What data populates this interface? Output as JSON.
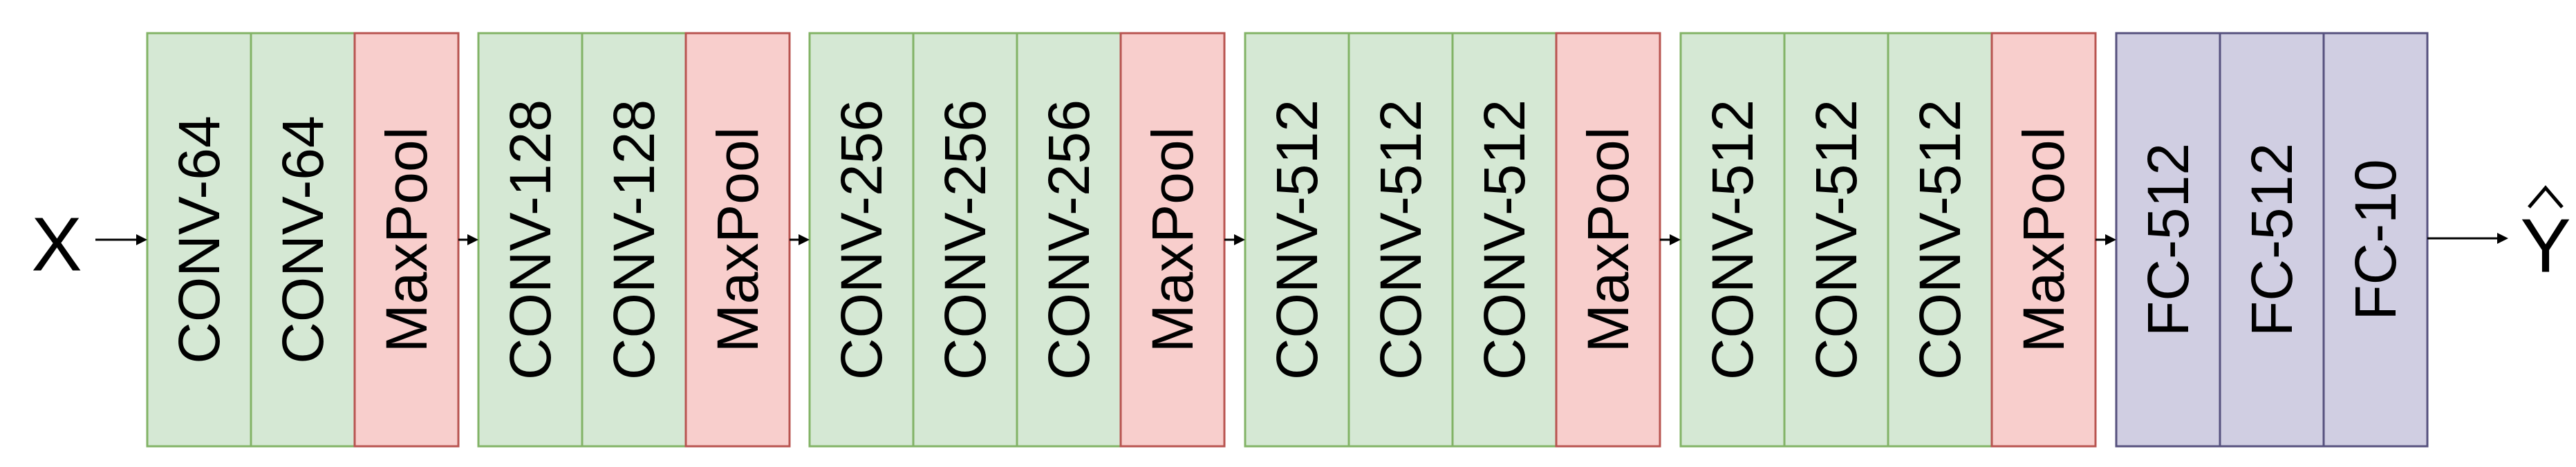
{
  "input_label": "X",
  "output_label": "Y",
  "output_hat": "^",
  "colors": {
    "conv_fill": "#d5e8d4",
    "conv_stroke": "#82b366",
    "pool_fill": "#f8cecc",
    "pool_stroke": "#b85450",
    "fc_fill": "#d0cee2",
    "fc_stroke": "#56517e"
  },
  "blocks": [
    {
      "layers": [
        {
          "label": "CONV-64",
          "kind": "conv"
        },
        {
          "label": "CONV-64",
          "kind": "conv"
        },
        {
          "label": "MaxPool",
          "kind": "pool"
        }
      ]
    },
    {
      "layers": [
        {
          "label": "CONV-128",
          "kind": "conv"
        },
        {
          "label": "CONV-128",
          "kind": "conv"
        },
        {
          "label": "MaxPool",
          "kind": "pool"
        }
      ]
    },
    {
      "layers": [
        {
          "label": "CONV-256",
          "kind": "conv"
        },
        {
          "label": "CONV-256",
          "kind": "conv"
        },
        {
          "label": "CONV-256",
          "kind": "conv"
        },
        {
          "label": "MaxPool",
          "kind": "pool"
        }
      ]
    },
    {
      "layers": [
        {
          "label": "CONV-512",
          "kind": "conv"
        },
        {
          "label": "CONV-512",
          "kind": "conv"
        },
        {
          "label": "CONV-512",
          "kind": "conv"
        },
        {
          "label": "MaxPool",
          "kind": "pool"
        }
      ]
    },
    {
      "layers": [
        {
          "label": "CONV-512",
          "kind": "conv"
        },
        {
          "label": "CONV-512",
          "kind": "conv"
        },
        {
          "label": "CONV-512",
          "kind": "conv"
        },
        {
          "label": "MaxPool",
          "kind": "pool"
        }
      ]
    },
    {
      "layers": [
        {
          "label": "FC-512",
          "kind": "fc"
        },
        {
          "label": "FC-512",
          "kind": "fc"
        },
        {
          "label": "FC-10",
          "kind": "fc"
        }
      ]
    }
  ]
}
